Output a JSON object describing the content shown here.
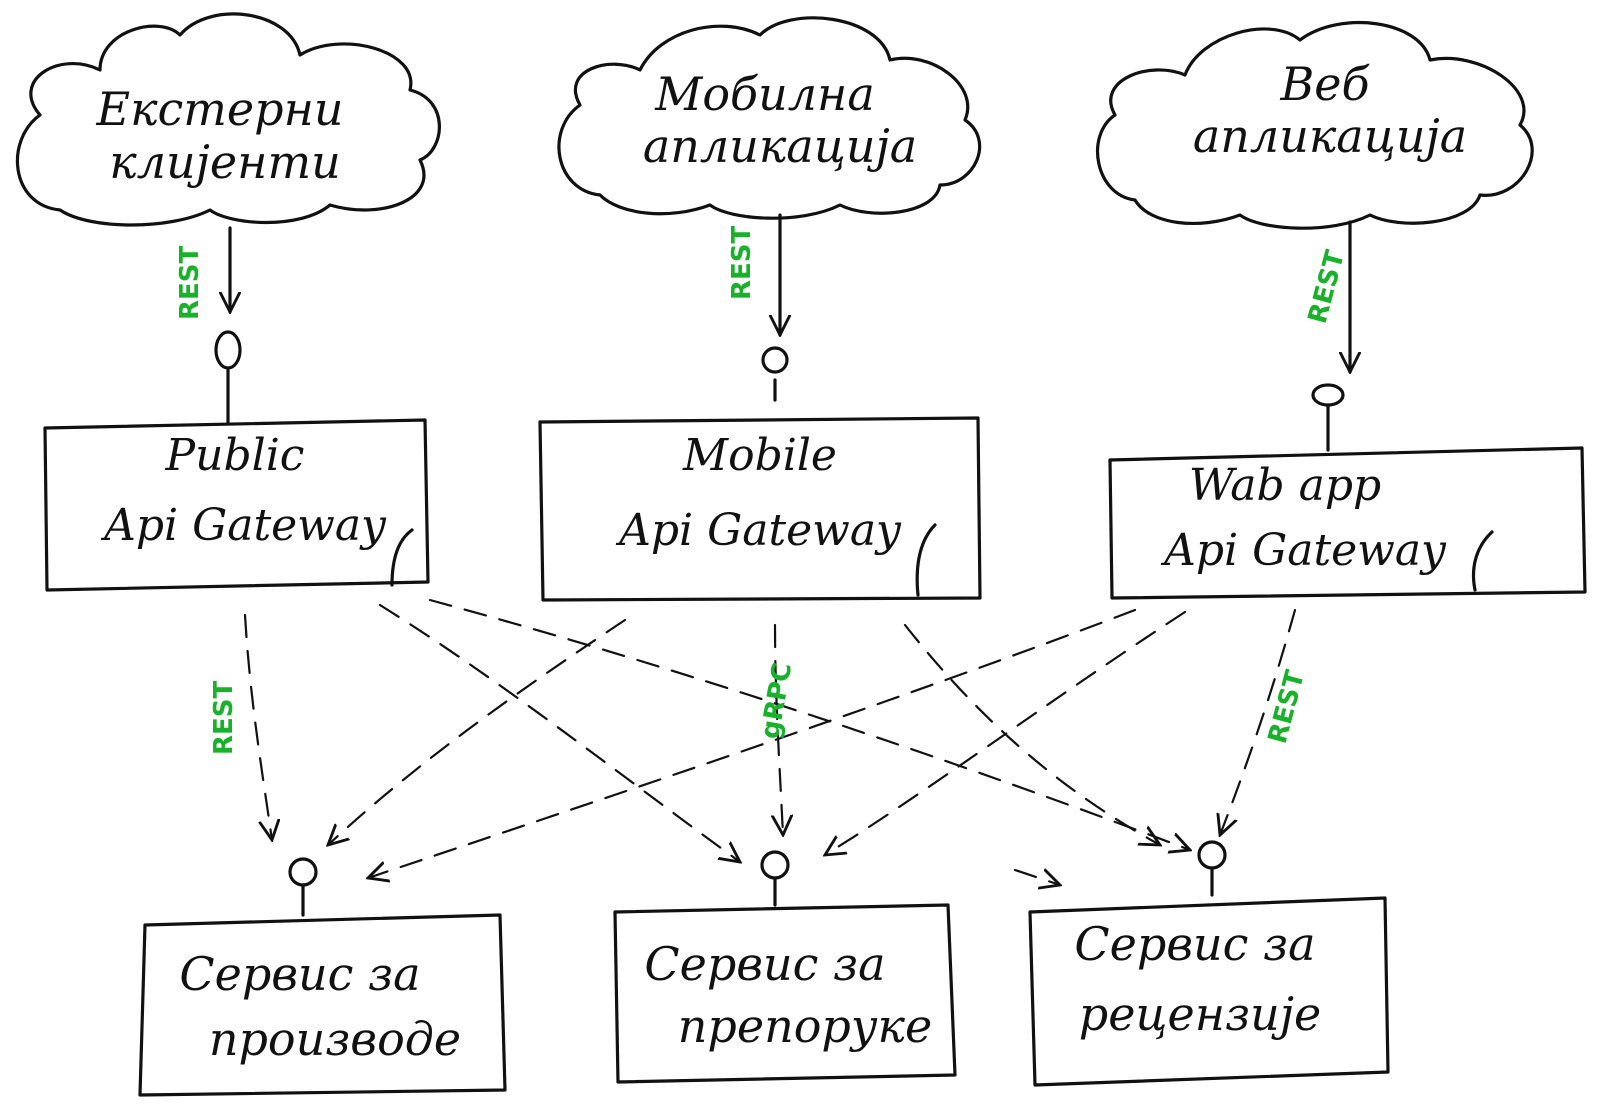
{
  "colors": {
    "ink": "#111111",
    "protocol": "#19b02a"
  },
  "clients": [
    {
      "id": "external-clients",
      "lines": [
        "Екстерни",
        "клијенти"
      ],
      "protocol": "REST"
    },
    {
      "id": "mobile-app",
      "lines": [
        "Мобилна",
        "апликација"
      ],
      "protocol": "REST"
    },
    {
      "id": "web-app",
      "lines": [
        "Веб",
        "апликација"
      ],
      "protocol": "REST"
    }
  ],
  "gateways": [
    {
      "id": "public-api-gateway",
      "lines": [
        "Public",
        "Api Gateway"
      ]
    },
    {
      "id": "mobile-api-gateway",
      "lines": [
        "Mobile",
        "Api Gateway"
      ]
    },
    {
      "id": "web-app-api-gateway",
      "lines": [
        "Wab app",
        "Api Gateway"
      ]
    }
  ],
  "services": [
    {
      "id": "products-service",
      "lines": [
        "Сервис за",
        "производе"
      ]
    },
    {
      "id": "recommendations-service",
      "lines": [
        "Сервис за",
        "препоруке"
      ]
    },
    {
      "id": "reviews-service",
      "lines": [
        "Сервис за",
        "рецензије"
      ]
    }
  ],
  "gateway_protocols": [
    "REST",
    "gRPC",
    "REST"
  ]
}
